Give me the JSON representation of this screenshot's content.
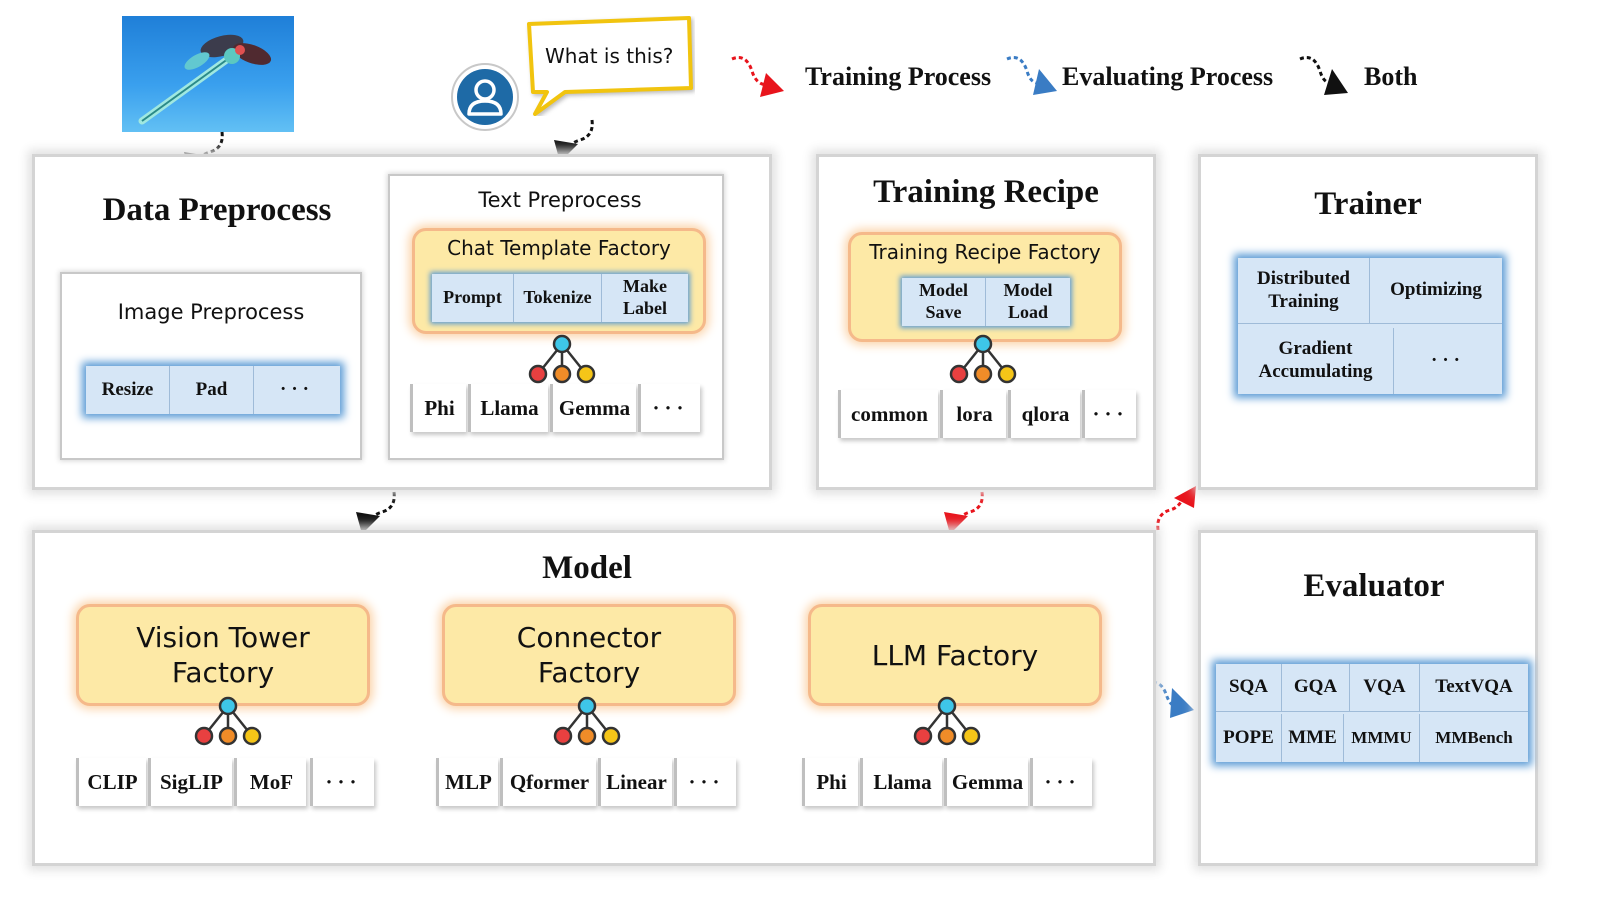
{
  "legend": {
    "training": "Training Process",
    "evaluating": "Evaluating Process",
    "both": "Both"
  },
  "colors": {
    "training": "#e8141c",
    "evaluating": "#3a7cc4",
    "both": "#111111",
    "factory_fill": "#fde9a6",
    "factory_border": "#f5b98a",
    "blue_cell": "#d6e6f6",
    "blue_glow": "#5b9bd5"
  },
  "speech_bubble": "What is this?",
  "data_preprocess": {
    "title": "Data Preprocess",
    "image_preprocess": {
      "title": "Image Preprocess",
      "cells": [
        "Resize",
        "Pad",
        "···"
      ]
    },
    "text_preprocess": {
      "title": "Text Preprocess",
      "factory": "Chat Template Factory",
      "factory_cells": [
        "Prompt",
        "Tokenize",
        "Make Label"
      ],
      "options": [
        "Phi",
        "Llama",
        "Gemma",
        "···"
      ]
    }
  },
  "training_recipe": {
    "title": "Training Recipe",
    "factory": "Training Recipe Factory",
    "factory_cells": [
      "Model Save",
      "Model Load"
    ],
    "options": [
      "common",
      "lora",
      "qlora",
      "···"
    ]
  },
  "trainer": {
    "title": "Trainer",
    "cells": [
      "Distributed Training",
      "Optimizing",
      "Gradient Accumulating",
      "···"
    ]
  },
  "model": {
    "title": "Model",
    "vision": {
      "label": "Vision Tower Factory",
      "options": [
        "CLIP",
        "SigLIP",
        "MoF",
        "···"
      ]
    },
    "connector": {
      "label": "Connector Factory",
      "options": [
        "MLP",
        "Qformer",
        "Linear",
        "···"
      ]
    },
    "llm": {
      "label": "LLM Factory",
      "options": [
        "Phi",
        "Llama",
        "Gemma",
        "···"
      ]
    }
  },
  "evaluator": {
    "title": "Evaluator",
    "row1": [
      "SQA",
      "GQA",
      "VQA",
      "TextVQA"
    ],
    "row2": [
      "POPE",
      "MME",
      "MMMU",
      "MMBench"
    ]
  },
  "icons": {
    "input_image": "dragonfly-image",
    "user": "user-avatar-icon",
    "tree": "hierarchy-tree-icon"
  }
}
